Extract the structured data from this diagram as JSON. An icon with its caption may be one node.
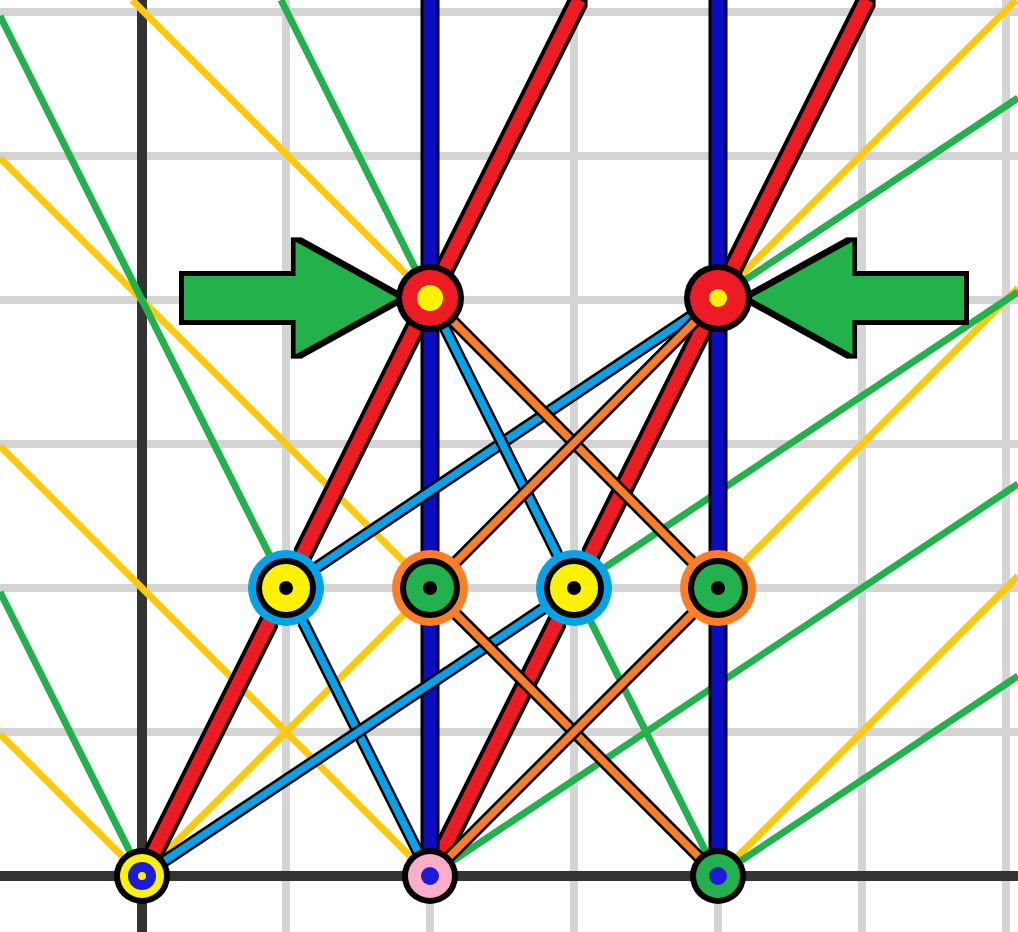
{
  "diagram": {
    "nodes": [
      {
        "text": [],
        "shape": "circle"
      },
      {
        "text": [],
        "shape": "circle"
      },
      {
        "text": [],
        "shape": "circle"
      },
      {
        "text": [],
        "shape": "circle"
      },
      {
        "text": [],
        "shape": "circle"
      },
      {
        "text": [],
        "shape": "circle"
      },
      {
        "text": [],
        "shape": "circle"
      },
      {
        "text": [],
        "shape": "circle"
      },
      {
        "text": [],
        "shape": "circle"
      }
    ],
    "edges": [
      {
        "from": null,
        "to": 0,
        "arrow": "none",
        "color": "#ffc90e"
      },
      {
        "from": null,
        "to": 3,
        "arrow": "none",
        "color": "#ffc90e"
      },
      {
        "from": null,
        "to": 7,
        "arrow": "none",
        "color": "#ffc90e"
      },
      {
        "from": null,
        "to": 6,
        "arrow": "none",
        "color": "#ffc90e"
      },
      {
        "from": 6,
        "to": 3,
        "arrow": "none",
        "color": "#ffc90e"
      },
      {
        "from": 1,
        "to": null,
        "arrow": "none",
        "color": "#ffc90e"
      },
      {
        "from": 5,
        "to": null,
        "arrow": "none",
        "color": "#ffc90e"
      },
      {
        "from": 8,
        "to": null,
        "arrow": "none",
        "color": "#ffc90e"
      },
      {
        "from": null,
        "to": 2,
        "arrow": "none"
      },
      {
        "from": null,
        "to": 0,
        "arrow": "none"
      },
      {
        "from": 4,
        "to": 8,
        "arrow": "none"
      },
      {
        "from": null,
        "to": 6,
        "arrow": "none"
      },
      {
        "from": 1,
        "to": null,
        "arrow": "none"
      },
      {
        "from": 4,
        "to": null,
        "arrow": "none"
      },
      {
        "from": 7,
        "to": null,
        "arrow": "none"
      },
      {
        "from": 8,
        "to": null,
        "arrow": "none"
      },
      {
        "from": 6,
        "to": 2,
        "arrow": "none",
        "style": "thick",
        "color": "#ed1c24"
      },
      {
        "from": 2,
        "to": 0,
        "arrow": "none",
        "style": "thick",
        "color": "#ed1c24"
      },
      {
        "from": 0,
        "to": null,
        "arrow": "none",
        "style": "thick",
        "color": "#ed1c24"
      },
      {
        "from": 7,
        "to": 4,
        "arrow": "none",
        "style": "thick",
        "color": "#ed1c24"
      },
      {
        "from": 4,
        "to": 1,
        "arrow": "none",
        "style": "thick",
        "color": "#ed1c24"
      },
      {
        "from": 1,
        "to": null,
        "arrow": "none",
        "style": "thick",
        "color": "#ed1c24"
      },
      {
        "from": 7,
        "to": 3,
        "arrow": "none",
        "style": "thick",
        "color": "#0a0ac0"
      },
      {
        "from": 3,
        "to": 0,
        "arrow": "none",
        "style": "thick",
        "color": "#0a0ac0"
      },
      {
        "from": 0,
        "to": null,
        "arrow": "none",
        "style": "thick",
        "color": "#0a0ac0"
      },
      {
        "from": 8,
        "to": 5,
        "arrow": "none",
        "style": "thick",
        "color": "#0a0ac0"
      },
      {
        "from": 5,
        "to": 1,
        "arrow": "none",
        "style": "thick",
        "color": "#0a0ac0"
      },
      {
        "from": 1,
        "to": null,
        "arrow": "none",
        "style": "thick",
        "color": "#0a0ac0"
      },
      {
        "from": 2,
        "to": 7,
        "arrow": "none",
        "color": "#00a2e8"
      },
      {
        "from": 2,
        "to": 1,
        "arrow": "none",
        "color": "#00a2e8"
      },
      {
        "from": 0,
        "to": 4,
        "arrow": "none",
        "color": "#00a2e8"
      },
      {
        "from": 4,
        "to": 6,
        "arrow": "none",
        "color": "#00a2e8"
      },
      {
        "from": 0,
        "to": 5,
        "arrow": "none",
        "color": "#ff7f27"
      },
      {
        "from": 1,
        "to": 3,
        "arrow": "none",
        "color": "#ff7f27"
      },
      {
        "from": 3,
        "to": 8,
        "arrow": "none",
        "color": "#ff7f27"
      },
      {
        "from": 5,
        "to": 7,
        "arrow": "none",
        "color": "#ff7f27"
      },
      {
        "from": null,
        "to": 0,
        "arrow": "to",
        "style": "thick"
      },
      {
        "from": null,
        "to": 1,
        "arrow": "to",
        "style": "thick"
      }
    ]
  }
}
